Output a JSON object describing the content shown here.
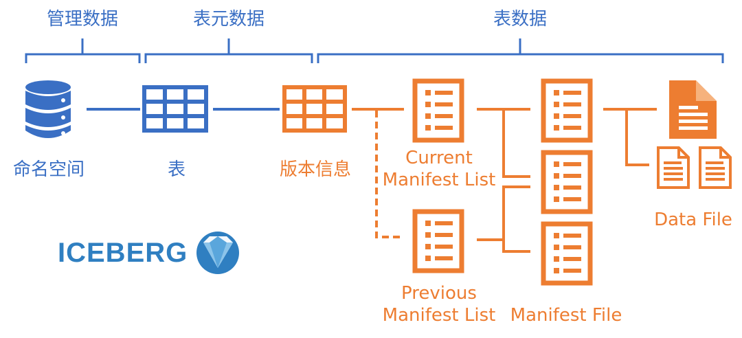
{
  "sections": {
    "management": "管理数据",
    "table_meta": "表元数据",
    "table_data": "表数据"
  },
  "labels": {
    "namespace": "命名空间",
    "table": "表",
    "version_info": "版本信息",
    "current_manifest_list": [
      "Current",
      "Manifest List"
    ],
    "previous_manifest_list": [
      "Previous",
      "Manifest List"
    ],
    "manifest_file": "Manifest File",
    "data_file": "Data File"
  },
  "brand": {
    "name": "ICEBERG"
  },
  "colors": {
    "blue": "#3a6fc4",
    "orange": "#ed7d31",
    "brand_blue": "#2f7fc1"
  },
  "icons": {
    "namespace": "database-icon",
    "table": "table-grid-icon",
    "version": "table-grid-icon",
    "manifest": "list-document-icon",
    "data": "text-document-icon",
    "logo": "iceberg-gem-icon"
  }
}
